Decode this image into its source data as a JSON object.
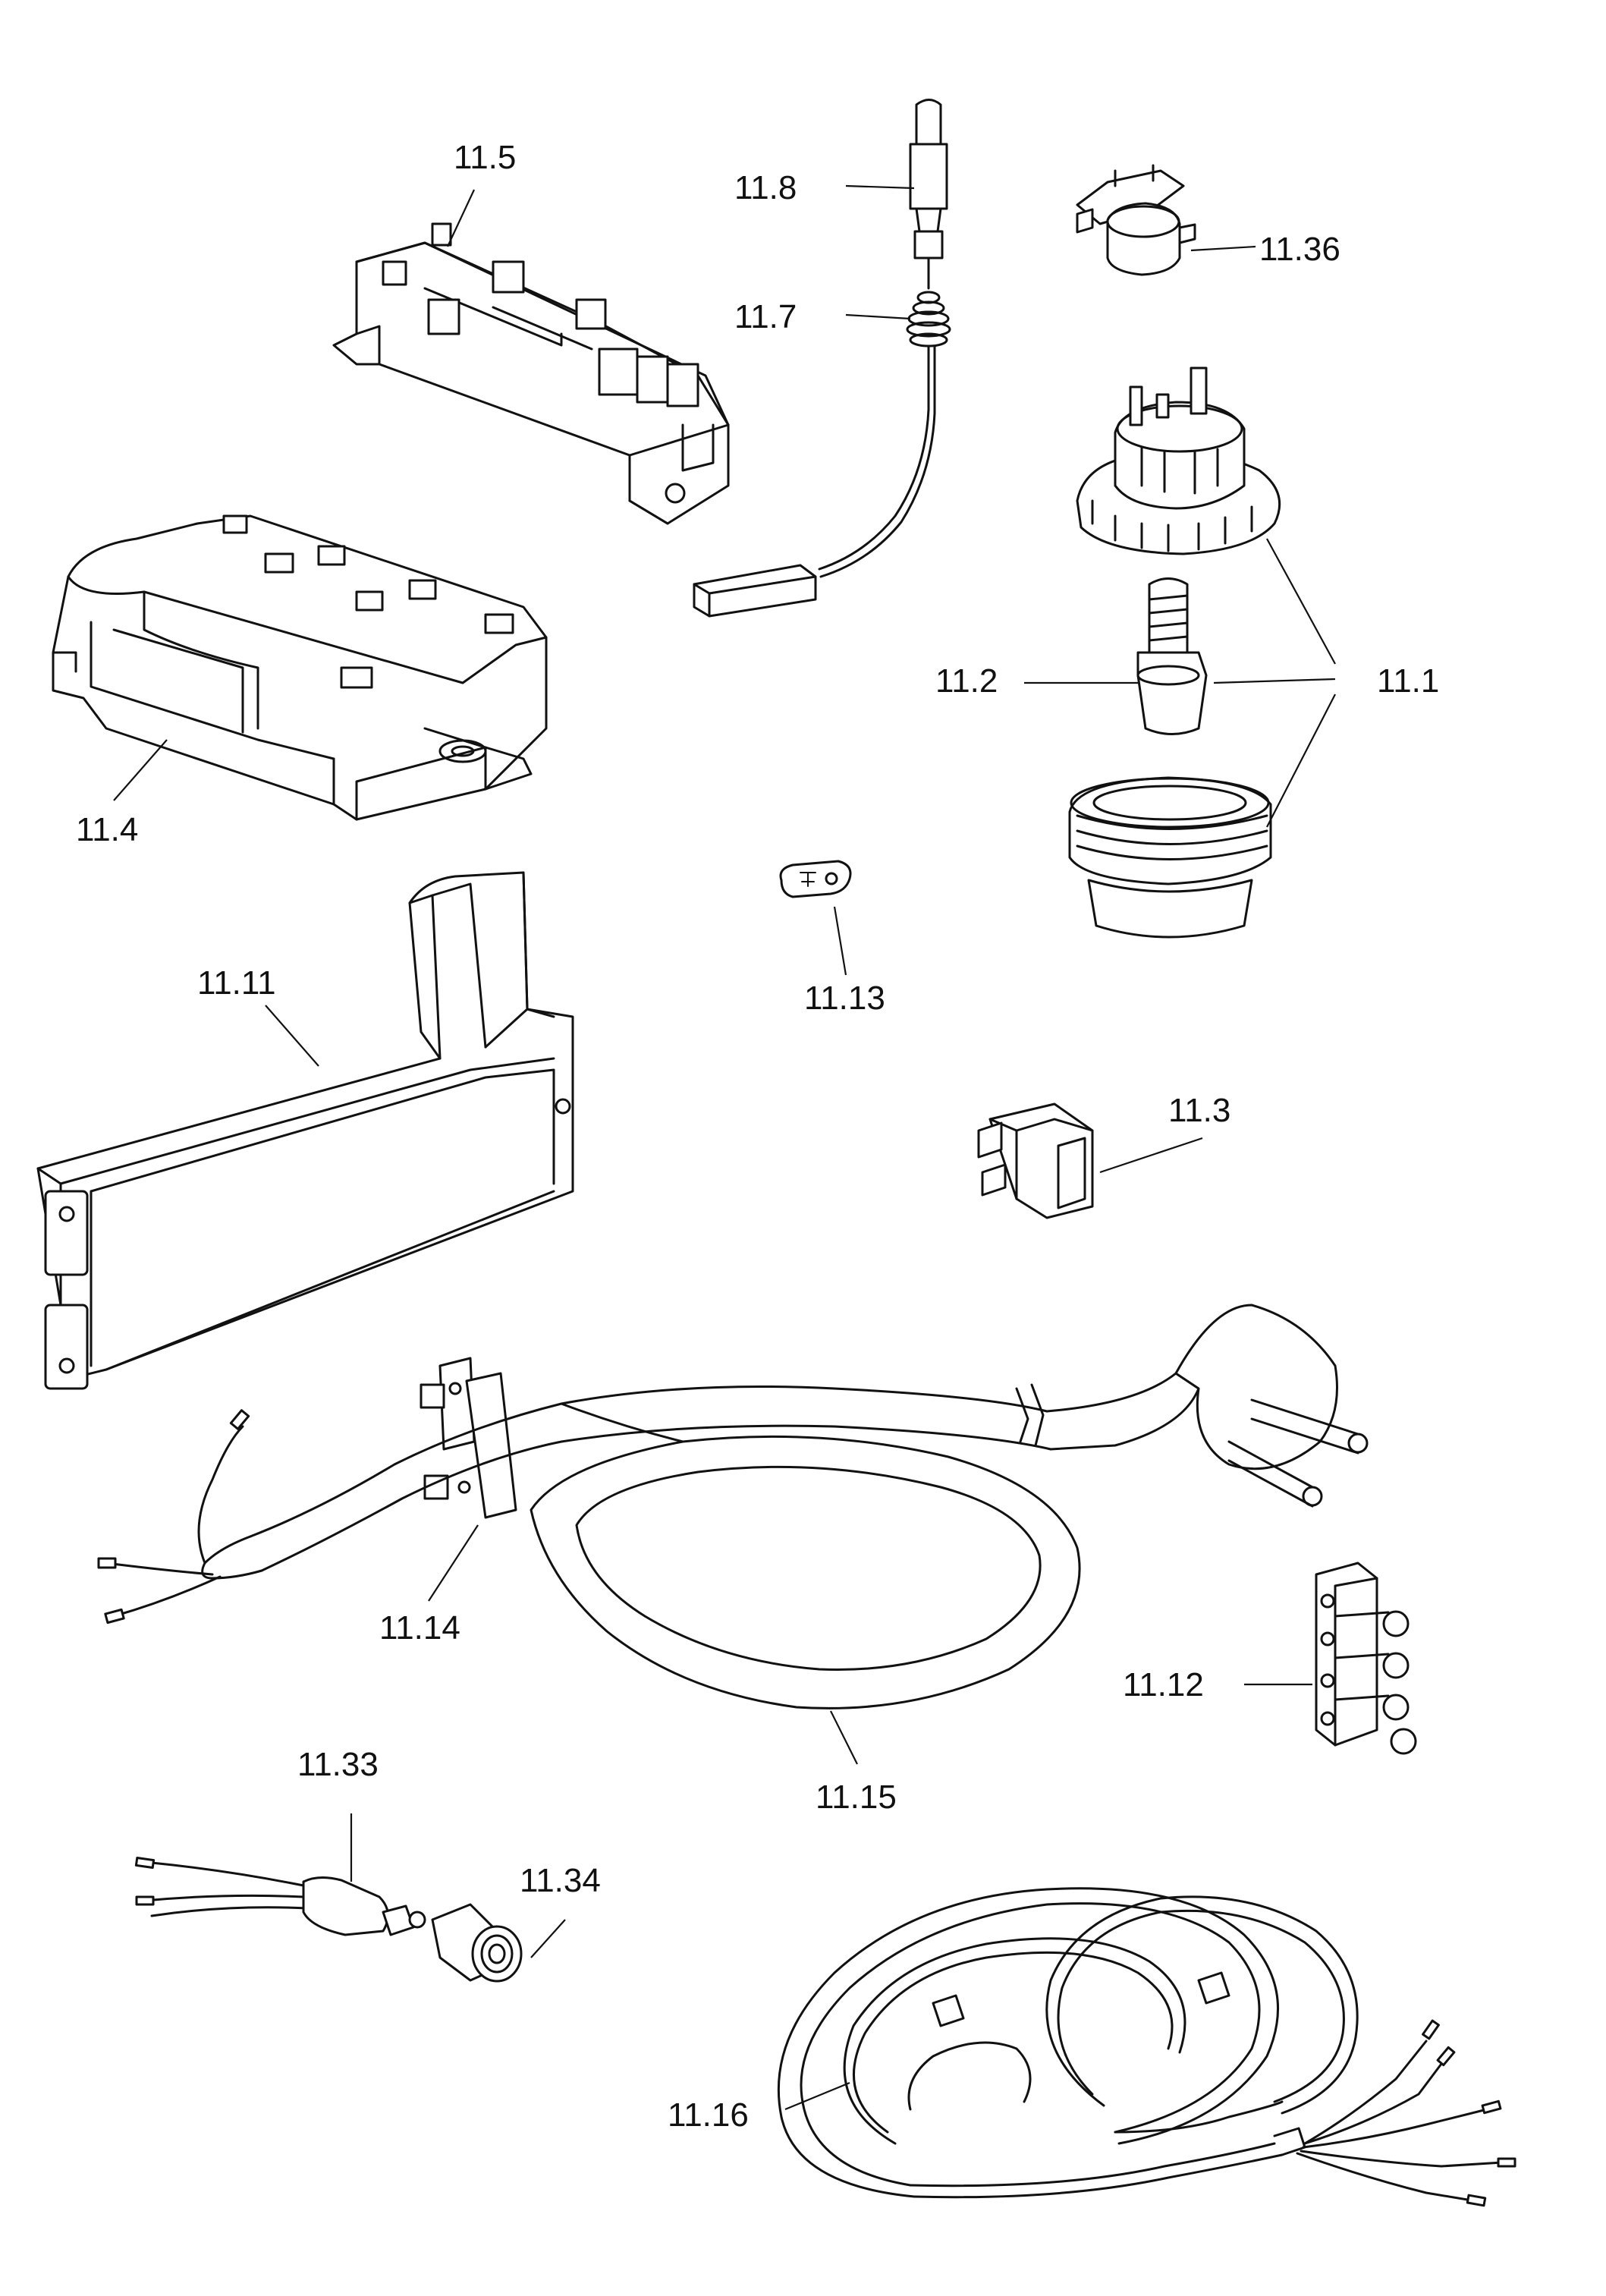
{
  "labels": {
    "l_11_5": "11.5",
    "l_11_8": "11.8",
    "l_11_7": "11.7",
    "l_11_36": "11.36",
    "l_11_4": "11.4",
    "l_11_2": "11.2",
    "l_11_1": "11.1",
    "l_11_13": "11.13",
    "l_11_11": "11.11",
    "l_11_3": "11.3",
    "l_11_14": "11.14",
    "l_11_12": "11.12",
    "l_11_15": "11.15",
    "l_11_33": "11.33",
    "l_11_34": "11.34",
    "l_11_16": "11.16"
  },
  "colors": {
    "ink": "#111111",
    "paper": "#ffffff"
  }
}
